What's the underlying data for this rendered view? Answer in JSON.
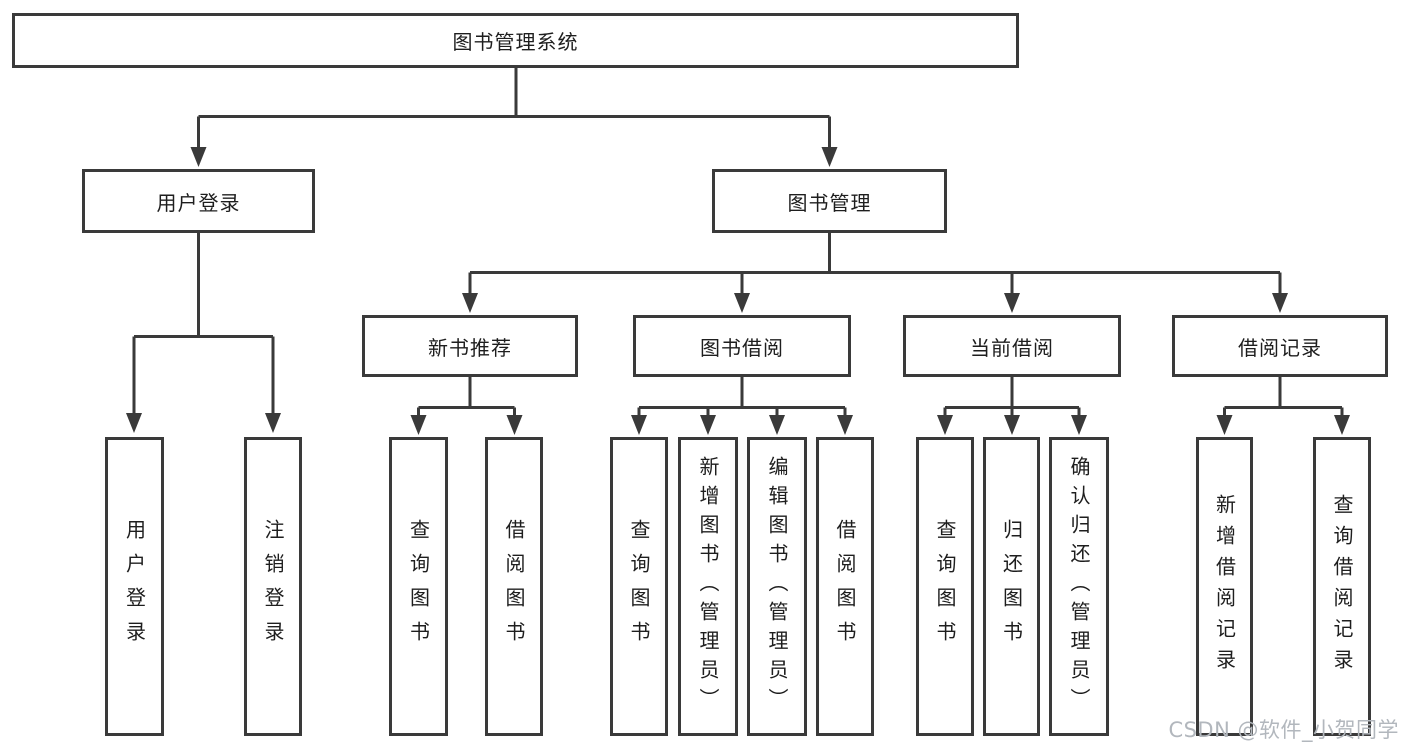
{
  "diagram_title": "图书管理系统",
  "tree": {
    "label": "图书管理系统",
    "children": [
      {
        "label": "用户登录",
        "children": [
          {
            "label": "用户登录"
          },
          {
            "label": "注销登录"
          }
        ]
      },
      {
        "label": "图书管理",
        "children": [
          {
            "label": "新书推荐",
            "children": [
              {
                "label": "查询图书"
              },
              {
                "label": "借阅图书"
              }
            ]
          },
          {
            "label": "图书借阅",
            "children": [
              {
                "label": "查询图书"
              },
              {
                "label": "新增图书（管理员）"
              },
              {
                "label": "编辑图书（管理员）"
              },
              {
                "label": "借阅图书"
              }
            ]
          },
          {
            "label": "当前借阅",
            "children": [
              {
                "label": "查询图书"
              },
              {
                "label": "归还图书"
              },
              {
                "label": "确认归还（管理员）"
              }
            ]
          },
          {
            "label": "借阅记录",
            "children": [
              {
                "label": "新增借阅记录"
              },
              {
                "label": "查询借阅记录"
              }
            ]
          }
        ]
      }
    ]
  },
  "watermark": {
    "text": "CSDN @软件_小贺同学"
  },
  "colors": {
    "box_border": "#3a3a3a",
    "connector_line": "#3a3a3a",
    "text": "#1e1e1e",
    "background": "#ffffff",
    "watermark": "#b2b7bd"
  }
}
